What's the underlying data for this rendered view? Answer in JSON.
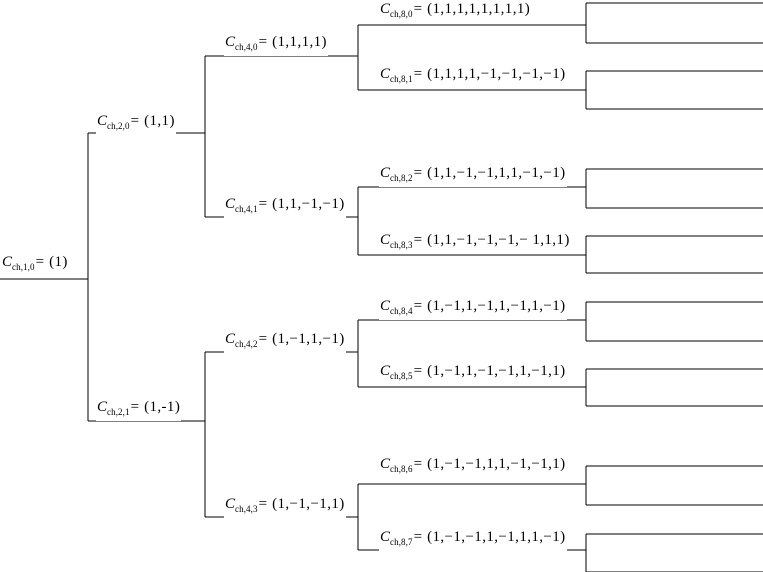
{
  "tree": {
    "symbol": "C",
    "equals": "=",
    "levels": {
      "l1": [
        {
          "sub": "ch,1,0",
          "value": "(1)"
        }
      ],
      "l2": [
        {
          "sub": "ch,2,0",
          "value": "(1,1)"
        },
        {
          "sub": "ch,2,1",
          "value": "(1,-1)"
        }
      ],
      "l4": [
        {
          "sub": "ch,4,0",
          "value": "(1,1,1,1)"
        },
        {
          "sub": "ch,4,1",
          "value": "(1,1,−1,−1)"
        },
        {
          "sub": "ch,4,2",
          "value": "(1,−1,1,−1)"
        },
        {
          "sub": "ch,4,3",
          "value": "(1,−1,−1,1)"
        }
      ],
      "l8": [
        {
          "sub": "ch,8,0",
          "value": "(1,1,1,1,1,1,1,1)"
        },
        {
          "sub": "ch,8,1",
          "value": "(1,1,1,1,−1,−1,−1,−1)"
        },
        {
          "sub": "ch,8,2",
          "value": "(1,1,−1,−1,1,1,−1,−1)"
        },
        {
          "sub": "ch,8,3",
          "value": "(1,1,−1,−1,−1,− 1,1,1)"
        },
        {
          "sub": "ch,8,4",
          "value": "(1,−1,1,−1,1,−1,1,−1)"
        },
        {
          "sub": "ch,8,5",
          "value": "(1,−1,1,−1,−1,1,−1,1)"
        },
        {
          "sub": "ch,8,6",
          "value": "(1,−1,−1,1,1,−1,−1,1)"
        },
        {
          "sub": "ch,8,7",
          "value": "(1,−1,−1,1,−1,1,1,−1)"
        }
      ]
    }
  }
}
